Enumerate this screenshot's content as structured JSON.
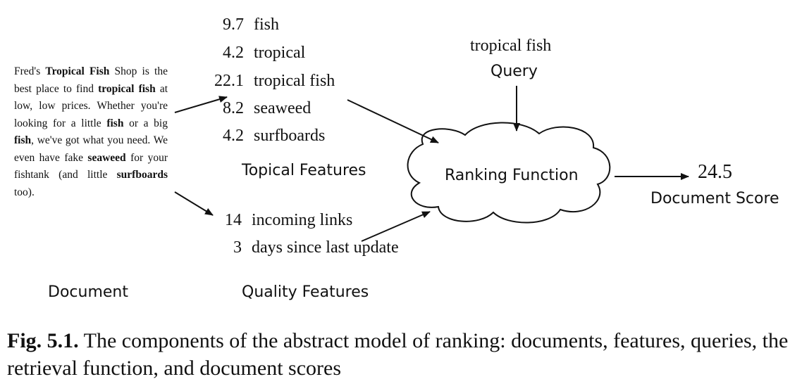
{
  "document": {
    "segments": [
      {
        "text": "Fred's ",
        "bold": false
      },
      {
        "text": "Tropical Fish",
        "bold": true
      },
      {
        "text": " Shop is the best place to find ",
        "bold": false
      },
      {
        "text": "tropical fish",
        "bold": true
      },
      {
        "text": " at low, low prices. Whether you're looking for a little ",
        "bold": false
      },
      {
        "text": "fish",
        "bold": true
      },
      {
        "text": " or a big ",
        "bold": false
      },
      {
        "text": "fish",
        "bold": true
      },
      {
        "text": ", we've got what you need. We even have fake ",
        "bold": false
      },
      {
        "text": "seaweed",
        "bold": true
      },
      {
        "text": " for your fishtank (and little ",
        "bold": false
      },
      {
        "text": "surfboards",
        "bold": true
      },
      {
        "text": " too).",
        "bold": false
      }
    ],
    "label": "Document"
  },
  "topical_features": {
    "items": [
      {
        "value": "9.7",
        "term": "fish"
      },
      {
        "value": "4.2",
        "term": "tropical"
      },
      {
        "value": "22.1",
        "term": "tropical fish"
      },
      {
        "value": "8.2",
        "term": "seaweed"
      },
      {
        "value": "4.2",
        "term": "surfboards"
      }
    ],
    "label": "Topical Features"
  },
  "quality_features": {
    "items": [
      {
        "value": "14",
        "term": "incoming links"
      },
      {
        "value": "3",
        "term": "days since last update"
      }
    ],
    "label": "Quality Features"
  },
  "query": {
    "text": "tropical fish",
    "label": "Query"
  },
  "ranking_function": {
    "label": "Ranking Function"
  },
  "score": {
    "value": "24.5",
    "label": "Document Score"
  },
  "caption": {
    "prefix": "Fig. 5.1.",
    "text": " The components of the abstract model of ranking: documents, features, queries, the retrieval function, and document scores"
  }
}
